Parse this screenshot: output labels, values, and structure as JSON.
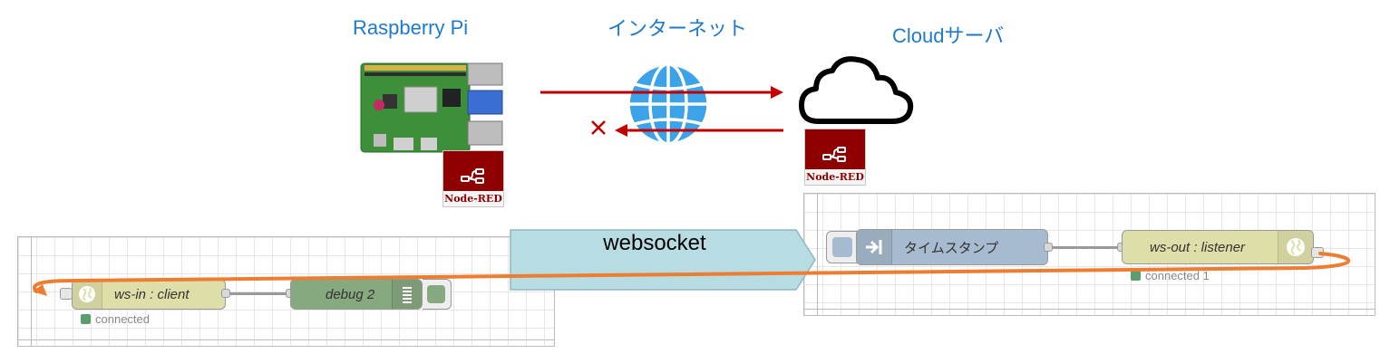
{
  "headings": {
    "raspberry_pi": "Raspberry Pi",
    "internet": "インターネット",
    "cloud_server": "Cloudサーバ"
  },
  "logo_text": "Node-RED",
  "banner_label": "websocket",
  "left_flow": {
    "ws_in_label": "ws-in : client",
    "debug_label": "debug 2",
    "status_text": "connected"
  },
  "right_flow": {
    "inject_label": "タイムスタンプ",
    "ws_out_label": "ws-out : listener",
    "status_text": "connected 1"
  },
  "colors": {
    "heading": "#1f7ac9",
    "arrow": "#c00000",
    "loop_wire": "#ed7d31",
    "banner": "#b7dde2",
    "nodered": "#8f0000",
    "ws_node": "#dedfa8",
    "debug_node": "#87a980",
    "inject_node": "#a6bbcf",
    "status_connected": "#5a9e6f"
  }
}
